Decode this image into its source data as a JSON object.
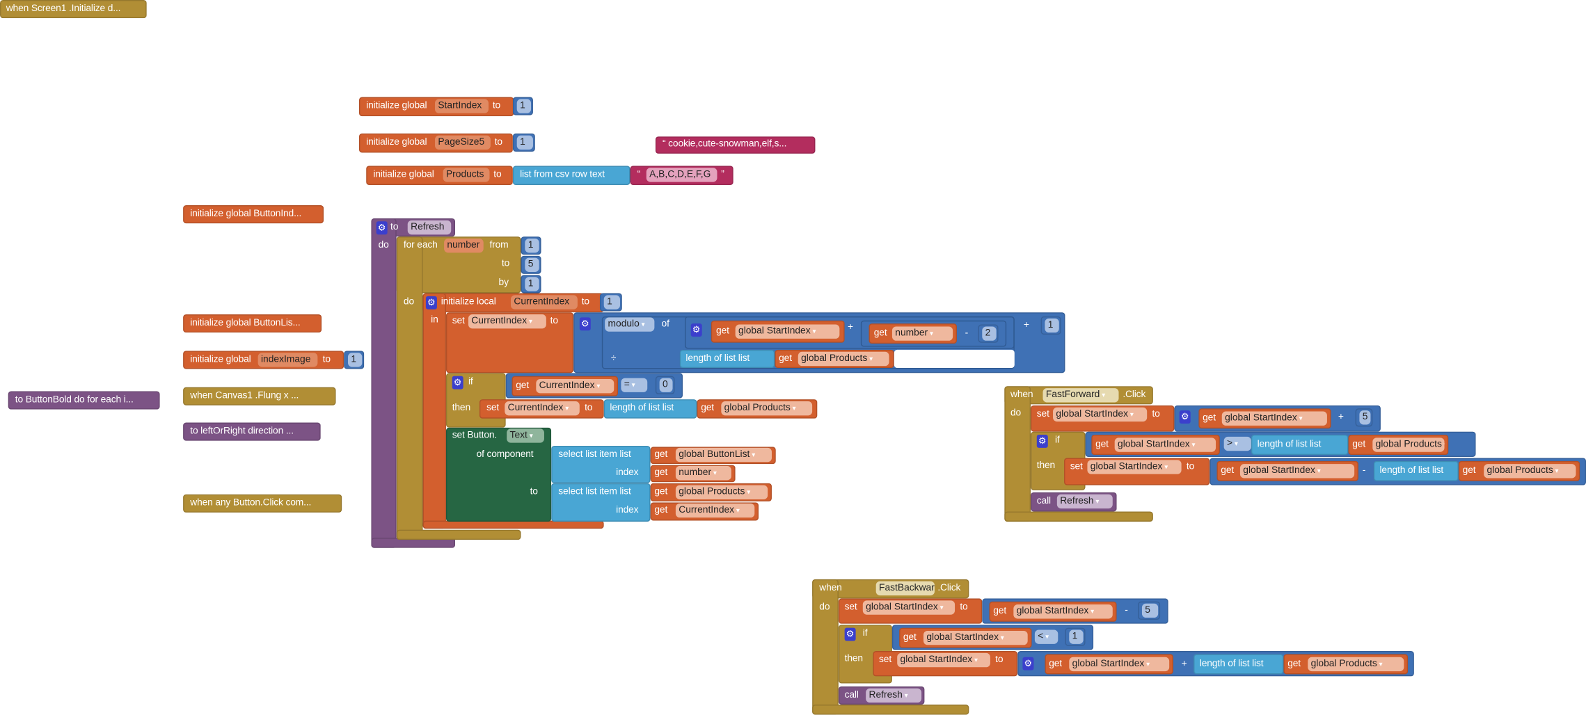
{
  "collapsed": [
    "when  Screen1 .Initialize d...",
    "initialize global ButtonInd...",
    "initialize global ButtonLis...",
    "to ButtonBold do for each i...",
    "when  Canvas1 .Flung   x   ...",
    "to leftOrRight   direction ...",
    "when any Button.Click   com..."
  ],
  "kw": {
    "init_global": "initialize global",
    "init_local": "initialize local",
    "to": "to",
    "in": "in",
    "do": "do",
    "for_each": "for each",
    "from": "from",
    "by": "by",
    "set": "set",
    "get": "get",
    "if": "if",
    "then": "then",
    "when": "when",
    "call": "call",
    "of": "of",
    "plus": "+",
    "minus": "-",
    "divide": "÷",
    "length_of_list": "length of list  list",
    "list_from_csv": "list from csv row  text",
    "select_list_item": "select list item  list",
    "index": "index",
    "set_button": "set Button.",
    "of_component": "of component",
    "click": ".Click",
    "quote_open": "“",
    "quote_close": "”"
  },
  "globals": [
    {
      "name": "StartIndex",
      "value": "1"
    },
    {
      "name": "PageSize5",
      "value": "1"
    },
    {
      "name": "Products",
      "csv": "A,B,C,D,E,F,G"
    },
    {
      "name": "indexImage",
      "value": "1"
    }
  ],
  "loose_text": "“ cookie,cute-snowman,elf,s...",
  "refresh": {
    "name": "Refresh",
    "loop_var": "number",
    "from": "1",
    "to": "5",
    "by": "1",
    "local_var": "CurrentIndex",
    "local_init": "1",
    "modulo": "modulo",
    "var_start": "global StartIndex",
    "var_number": "number",
    "sub_const": "2",
    "var_products": "global Products",
    "add_const": "1",
    "eq": "=",
    "zero": "0",
    "prop": "Text",
    "var_buttonlist": "global ButtonList"
  },
  "fast_forward": {
    "component": "FastForward",
    "var": "global StartIndex",
    "step": "5",
    "cmp": ">",
    "products": "global Products",
    "proc": "Refresh"
  },
  "fast_backward": {
    "component": "FastBackward",
    "var": "global StartIndex",
    "step": "5",
    "cmp": "<",
    "one": "1",
    "products": "global Products",
    "proc": "Refresh"
  },
  "colors": {
    "variables": "#D35F2E",
    "math": "#3F71B5",
    "lists": "#49A6D4",
    "text": "#B32D5E",
    "control": "#B18E35",
    "procedures": "#7C5385",
    "components": "#266643"
  },
  "icons": [
    "gear-icon",
    "dropdown-arrow-icon"
  ]
}
